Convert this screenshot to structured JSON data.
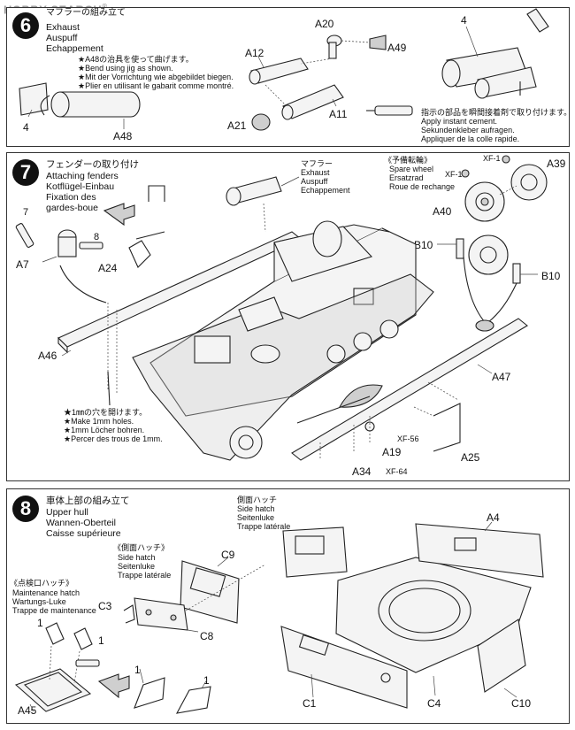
{
  "watermark": {
    "brand": "HOBBY SEARCH",
    "reg": "®"
  },
  "steps": [
    {
      "number": "6",
      "title_jp": "マフラーの組み立て",
      "title_lines": [
        "Exhaust",
        "Auspuff",
        "Echappement"
      ],
      "notes": [
        "★A48の治具を使って曲げます。",
        "★Bend using jig as shown.",
        "★Mit der Vorrichtung wie abgebildet biegen.",
        "★Plier en utilisant le gabarit comme montré."
      ],
      "cement_note": [
        "指示の部品を瞬間接着剤で取り付けます。",
        "Apply instant cement.",
        "Sekundenkleber aufragen.",
        "Appliquer de la colle rapide."
      ],
      "parts": {
        "p4a": "4",
        "a48": "A48",
        "a12": "A12",
        "a20": "A20",
        "a49": "A49",
        "a11": "A11",
        "a21": "A21",
        "p4b": "4"
      }
    },
    {
      "number": "7",
      "title_lines": [
        "フェンダーの取り付け",
        "Attaching fenders",
        "Kotflügel-Einbau",
        "Fixation des",
        "gardes-boue"
      ],
      "muffler_lines": [
        "マフラー",
        "Exhaust",
        "Auspuff",
        "Echappement"
      ],
      "spare_lines": [
        "《予備転輪》",
        "Spare wheel",
        "Ersatzrad",
        "Roue de rechange"
      ],
      "notes": [
        "★1㎜の穴を開けます。",
        "★Make 1mm holes.",
        "★1mm Löcher bohren.",
        "★Percer des trous de 1mm."
      ],
      "parts": {
        "p7": "7",
        "p8": "8",
        "a7": "A7",
        "a24": "A24",
        "a46": "A46",
        "xf1a": "XF-1",
        "xf1b": "XF-1",
        "a39": "A39",
        "a40": "A40",
        "b10a": "B10",
        "b10b": "B10",
        "a47": "A47",
        "xf56": "XF-56",
        "a19": "A19",
        "a25": "A25",
        "a34": "A34",
        "xf64": "XF-64"
      }
    },
    {
      "number": "8",
      "title_lines": [
        "車体上部の組み立て",
        "Upper hull",
        "Wannen-Oberteil",
        "Caisse supérieure"
      ],
      "side_hatch_a": [
        "側面ハッチ",
        "Side hatch",
        "Seitenluke",
        "Trappe latérale"
      ],
      "side_hatch_b": [
        "《側面ハッチ》",
        "Side hatch",
        "Seitenluke",
        "Trappe latérale"
      ],
      "maint_hatch": [
        "《点検口ハッチ》",
        "Maintenance hatch",
        "Wartungs-Luke",
        "Trappe de maintenance"
      ],
      "parts": {
        "a4": "A4",
        "c9": "C9",
        "c3": "C3",
        "c8": "C8",
        "one_a": "1",
        "one_b": "1",
        "one_c": "1",
        "one_d": "1",
        "a45": "A45",
        "c1": "C1",
        "c4": "C4",
        "c10": "C10"
      }
    }
  ]
}
